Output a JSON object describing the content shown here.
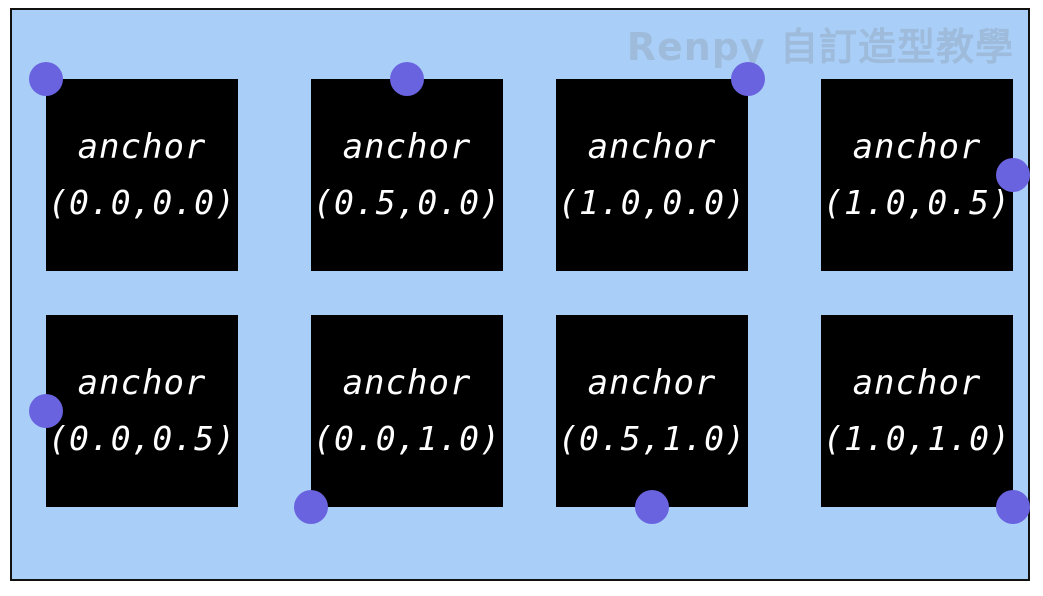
{
  "watermark": "Renpy 自訂造型教學",
  "tiles": [
    {
      "word": "anchor",
      "coord": "(0.0,0.0)",
      "anchor": [
        0.0,
        0.0
      ]
    },
    {
      "word": "anchor",
      "coord": "(0.5,0.0)",
      "anchor": [
        0.5,
        0.0
      ]
    },
    {
      "word": "anchor",
      "coord": "(1.0,0.0)",
      "anchor": [
        1.0,
        0.0
      ]
    },
    {
      "word": "anchor",
      "coord": "(1.0,0.5)",
      "anchor": [
        1.0,
        0.5
      ]
    },
    {
      "word": "anchor",
      "coord": "(0.0,0.5)",
      "anchor": [
        0.0,
        0.5
      ]
    },
    {
      "word": "anchor",
      "coord": "(0.0,1.0)",
      "anchor": [
        0.0,
        1.0
      ]
    },
    {
      "word": "anchor",
      "coord": "(0.5,1.0)",
      "anchor": [
        0.5,
        1.0
      ]
    },
    {
      "word": "anchor",
      "coord": "(1.0,1.0)",
      "anchor": [
        1.0,
        1.0
      ]
    }
  ],
  "colors": {
    "background": "#a9cff8",
    "tile": "#000000",
    "dot": "#6a63e0",
    "text": "#ffffff"
  }
}
